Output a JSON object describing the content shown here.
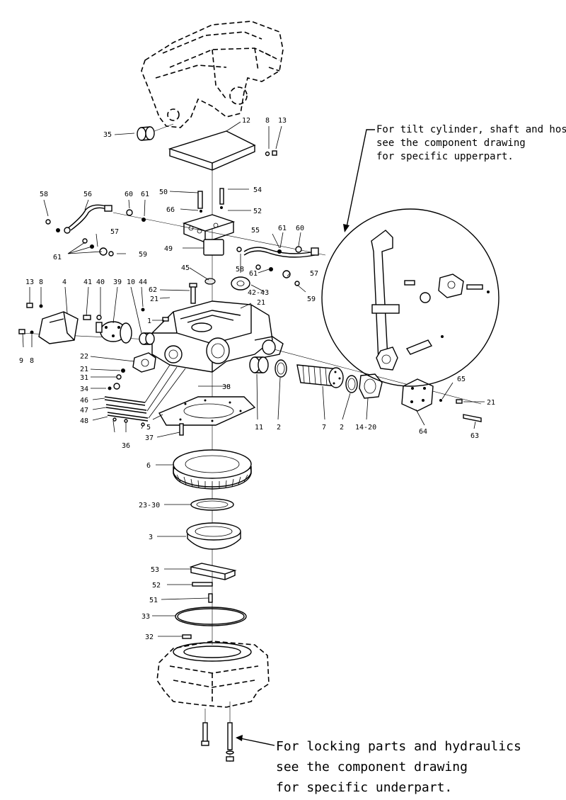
{
  "notes": {
    "upper_line1": "For tilt cylinder, shaft and hoses",
    "upper_line2": "see the component drawing",
    "upper_line3": "for specific upperpart.",
    "lower_line1": "For locking parts and hydraulics",
    "lower_line2": "see the component drawing",
    "lower_line3": "for specific underpart."
  },
  "labels": {
    "l35": "35",
    "l12": "12",
    "l8a": "8",
    "l13a": "13",
    "l50": "50",
    "l54": "54",
    "l66": "66",
    "l52a": "52",
    "l58a": "58",
    "l56": "56",
    "l60a": "60",
    "l61a": "61",
    "l57a": "57",
    "l61b": "61",
    "l59a": "59",
    "l55": "55",
    "l61c": "61",
    "l60b": "60",
    "l49": "49",
    "l58b": "58",
    "l61d": "61",
    "l57b": "57",
    "l45": "45",
    "l42": "42-43",
    "l59b": "59",
    "l13b": "13",
    "l8b": "8",
    "l4": "4",
    "l41": "41",
    "l40": "40",
    "l39": "39",
    "l10": "10",
    "l44": "44",
    "l62": "62",
    "l21a": "21",
    "l21b": "21",
    "l1": "1",
    "l9": "9",
    "l8c": "8",
    "l22": "22",
    "l21c": "21",
    "l31": "31",
    "l34": "34",
    "l38": "38",
    "l46": "46",
    "l47": "47",
    "l48": "48",
    "l5": "5",
    "l36": "36",
    "l37": "37",
    "l11": "11",
    "l2a": "2",
    "l7": "7",
    "l2b": "2",
    "l14": "14-20",
    "l65": "65",
    "l21d": "21",
    "l64": "64",
    "l63": "63",
    "l6": "6",
    "l23": "23-30",
    "l3": "3",
    "l53": "53",
    "l52b": "52",
    "l51": "51",
    "l33": "33",
    "l32": "32"
  }
}
